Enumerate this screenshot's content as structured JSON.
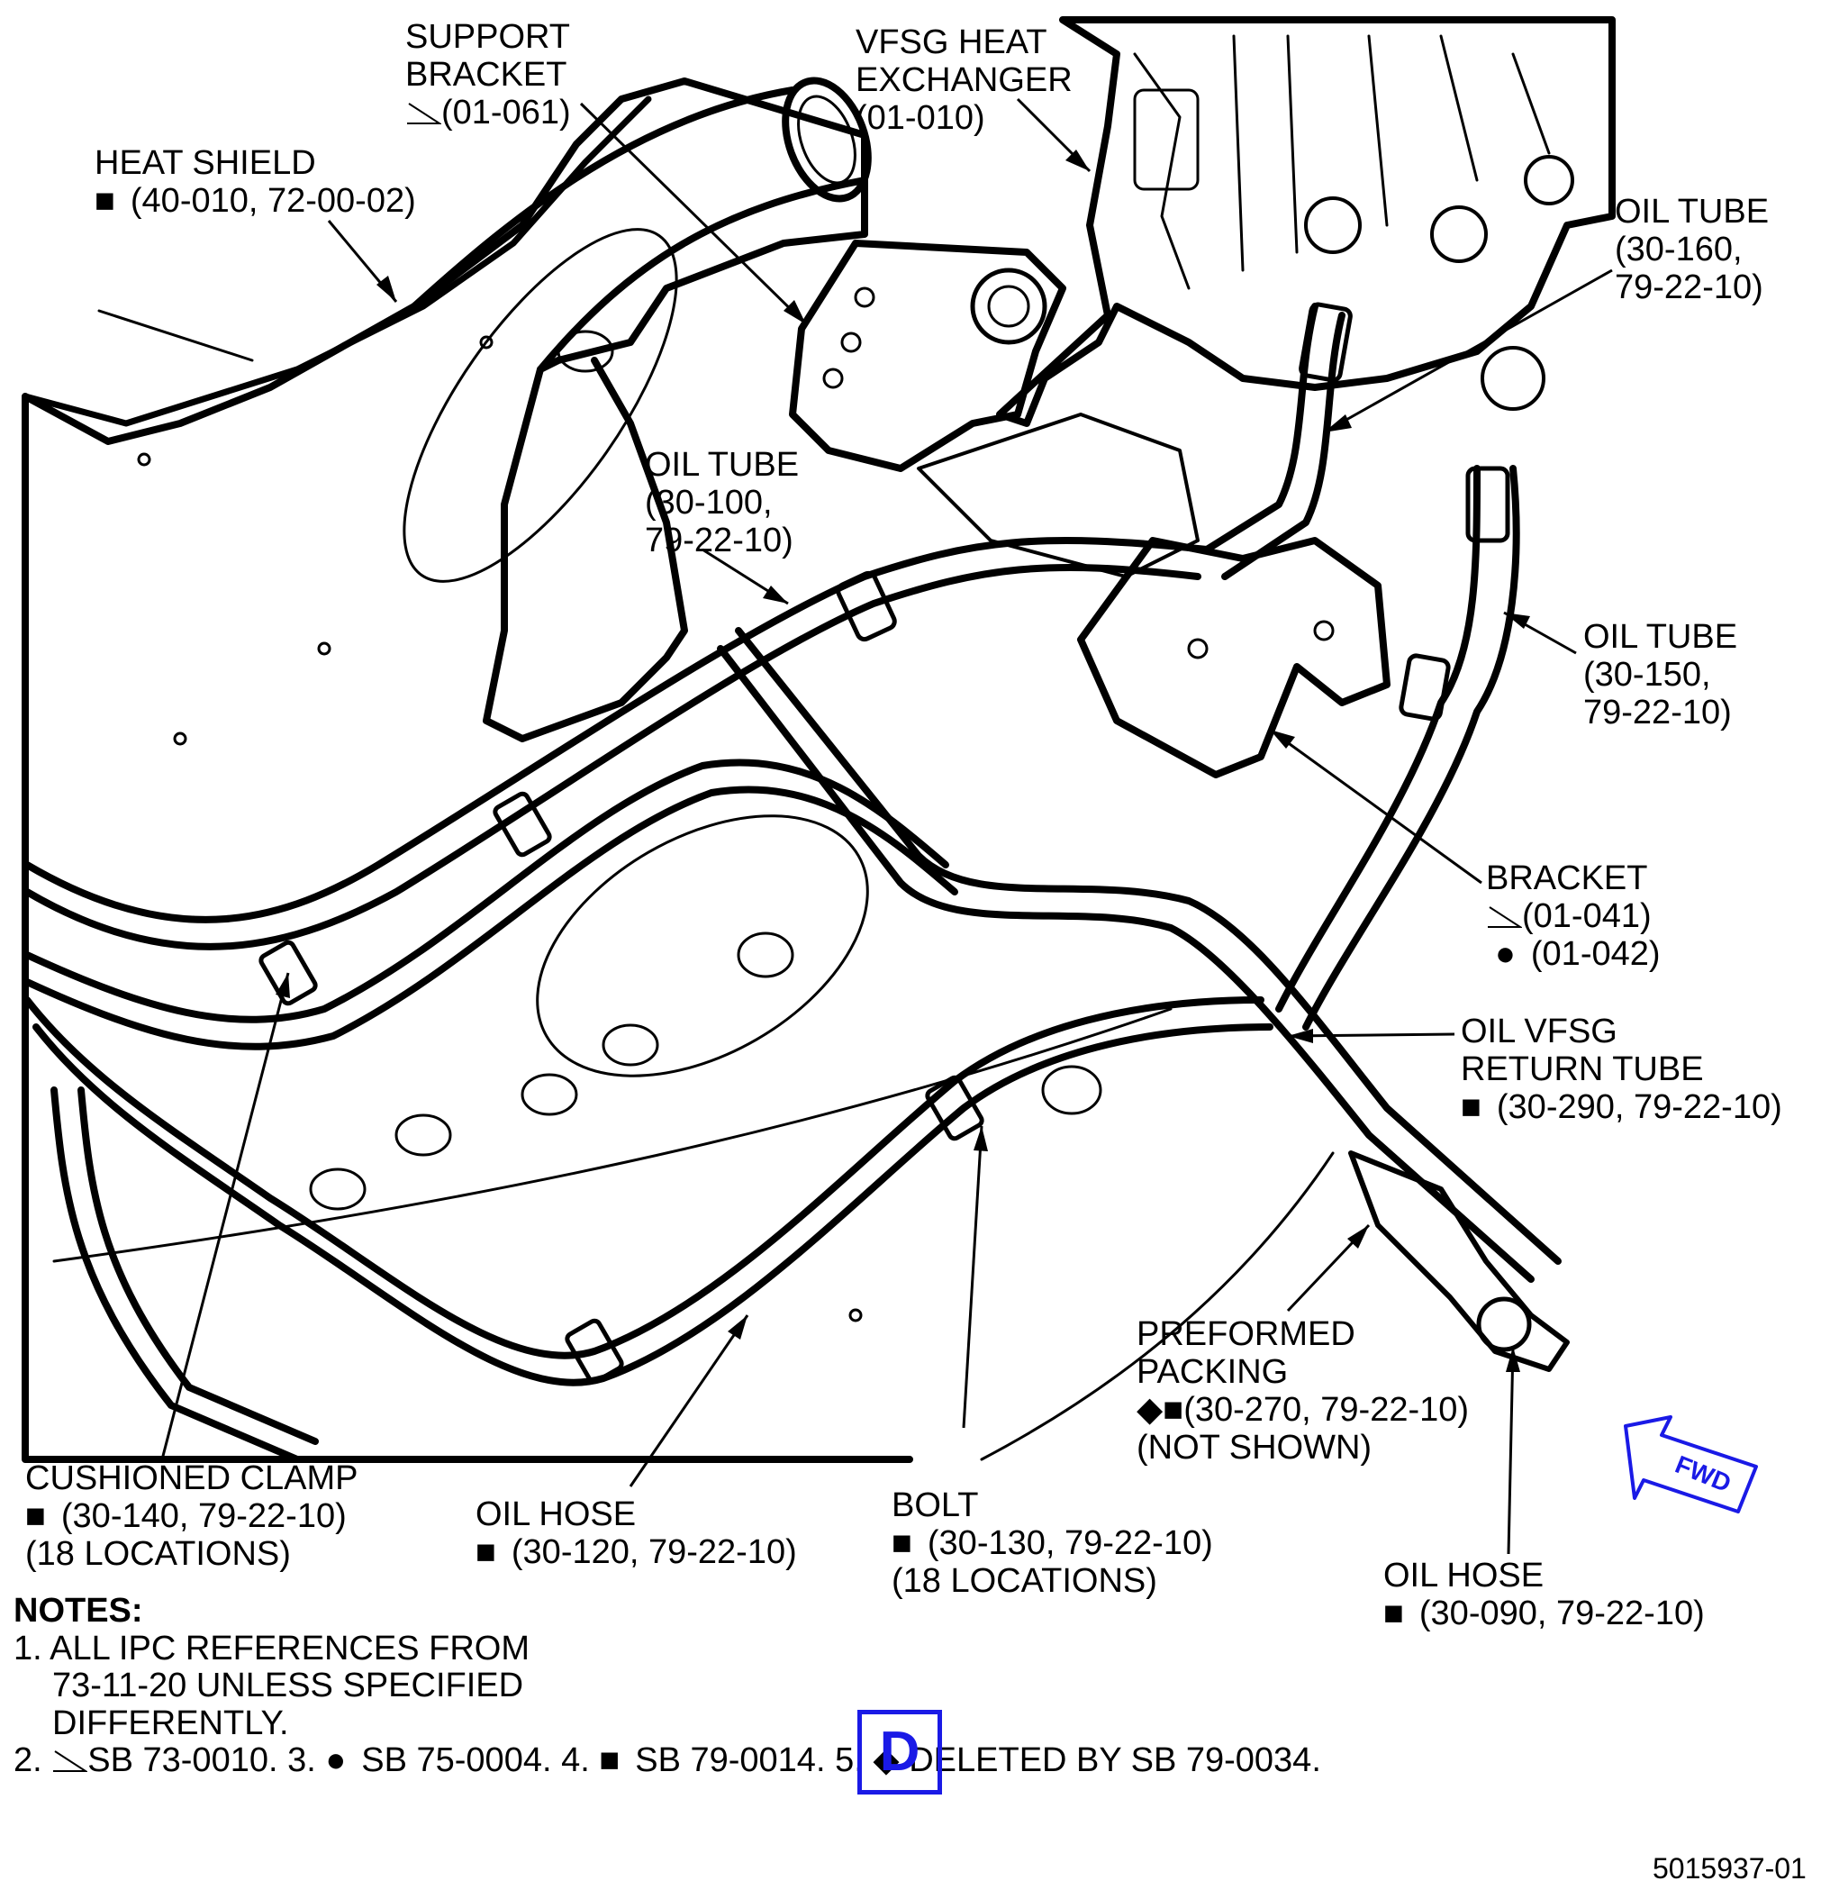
{
  "callouts": {
    "support_bracket": {
      "lines": [
        "SUPPORT",
        "BRACKET",
        "(01-061)"
      ],
      "symbol": "sb-73-0010-mark"
    },
    "vfsg_heat_exchanger": {
      "lines": [
        "VFSG HEAT",
        "EXCHANGER",
        "(01-010)"
      ]
    },
    "heat_shield": {
      "lines": [
        "HEAT SHIELD",
        "(40-010, 72-00-02)"
      ],
      "symbol": "■"
    },
    "oil_tube_160": {
      "lines": [
        "OIL TUBE",
        "(30-160,",
        "79-22-10)"
      ]
    },
    "oil_tube_100": {
      "lines": [
        "OIL TUBE",
        "(30-100,",
        "79-22-10)"
      ]
    },
    "oil_tube_150": {
      "lines": [
        "OIL TUBE",
        "(30-150,",
        "79-22-10)"
      ]
    },
    "bracket": {
      "lines": [
        "BRACKET",
        "(01-041)",
        "(01-042)"
      ],
      "symbols": [
        "sb-73-0010-mark",
        "●"
      ]
    },
    "oil_vfsg_return_tube": {
      "lines": [
        "OIL VFSG",
        "RETURN TUBE",
        "(30-290, 79-22-10)"
      ],
      "symbol": "■"
    },
    "preformed_packing": {
      "lines": [
        "PREFORMED",
        "PACKING",
        "(30-270, 79-22-10)",
        "(NOT SHOWN)"
      ],
      "symbol": "◆■"
    },
    "cushioned_clamp": {
      "lines": [
        "CUSHIONED CLAMP",
        "(30-140, 79-22-10)",
        "(18 LOCATIONS)"
      ],
      "symbol": "■"
    },
    "oil_hose_120": {
      "lines": [
        "OIL HOSE",
        "(30-120, 79-22-10)"
      ],
      "symbol": "■"
    },
    "bolt": {
      "lines": [
        "BOLT",
        "(30-130, 79-22-10)",
        "(18 LOCATIONS)"
      ],
      "symbol": "■"
    },
    "oil_hose_090": {
      "lines": [
        "OIL HOSE",
        "(30-090, 79-22-10)"
      ],
      "symbol": "■"
    }
  },
  "notes": {
    "heading": "NOTES:",
    "items": [
      {
        "num": "1.",
        "lines": [
          "ALL IPC REFERENCES FROM",
          "73-11-20 UNLESS SPECIFIED",
          "DIFFERENTLY."
        ]
      },
      {
        "num": "2.",
        "symbol": "sb-73-0010-mark",
        "text": "SB 73-0010."
      },
      {
        "num": "3.",
        "symbol": "●",
        "text": "SB 75-0004."
      },
      {
        "num": "4.",
        "symbol": "■",
        "text": "SB 79-0014."
      },
      {
        "num": "5.",
        "symbol": "◆",
        "text": "DELETED BY SB 79-0034."
      }
    ]
  },
  "view_letter": "D",
  "fwd_label": "FWD",
  "figure_number": "5015937-01",
  "colors": {
    "line": "#000000",
    "accent_blue": "#1a1ae6"
  }
}
